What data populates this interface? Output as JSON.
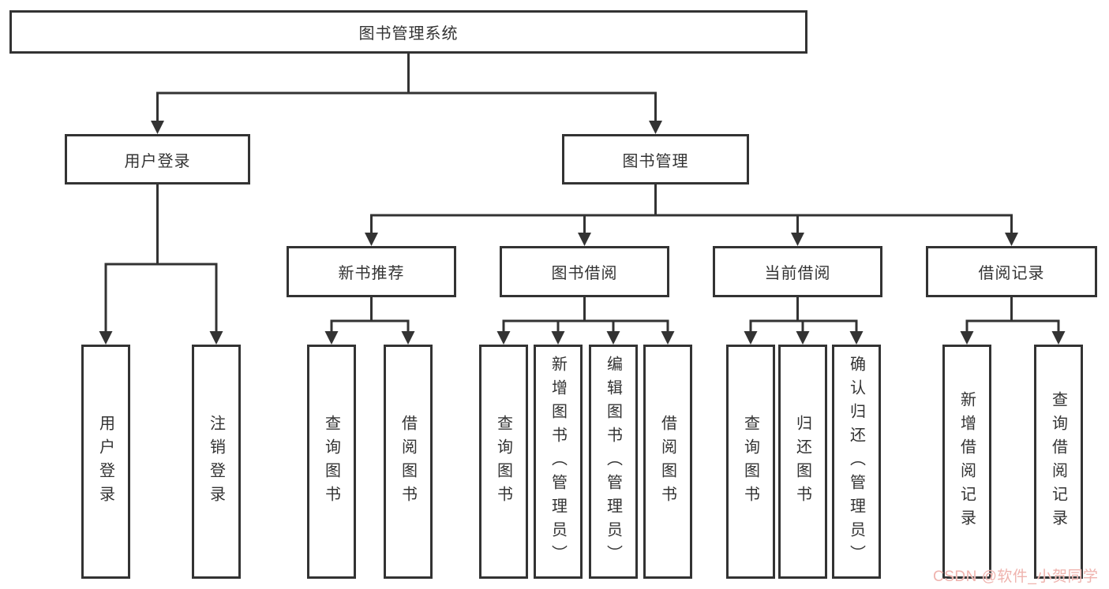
{
  "diagram_title": "图书管理系统",
  "colors": {
    "line": "#333333",
    "box_border": "#333333",
    "text": "#333333",
    "background": "#ffffff",
    "watermark": "#efb3ae"
  },
  "watermark": {
    "text": "CSDN @软件_小贺同学"
  },
  "tree": {
    "label": "图书管理系统",
    "children": [
      {
        "label": "用户登录",
        "children": [
          {
            "label": "用户登录"
          },
          {
            "label": "注销登录"
          }
        ]
      },
      {
        "label": "图书管理",
        "children": [
          {
            "label": "新书推荐",
            "children": [
              {
                "label": "查询图书"
              },
              {
                "label": "借阅图书"
              }
            ]
          },
          {
            "label": "图书借阅",
            "children": [
              {
                "label": "查询图书"
              },
              {
                "label": "新增图书（管理员）"
              },
              {
                "label": "编辑图书（管理员）"
              },
              {
                "label": "借阅图书"
              }
            ]
          },
          {
            "label": "当前借阅",
            "children": [
              {
                "label": "查询图书"
              },
              {
                "label": "归还图书"
              },
              {
                "label": "确认归还（管理员）"
              }
            ]
          },
          {
            "label": "借阅记录",
            "children": [
              {
                "label": "新增借阅记录"
              },
              {
                "label": "查询借阅记录"
              }
            ]
          }
        ]
      }
    ]
  }
}
